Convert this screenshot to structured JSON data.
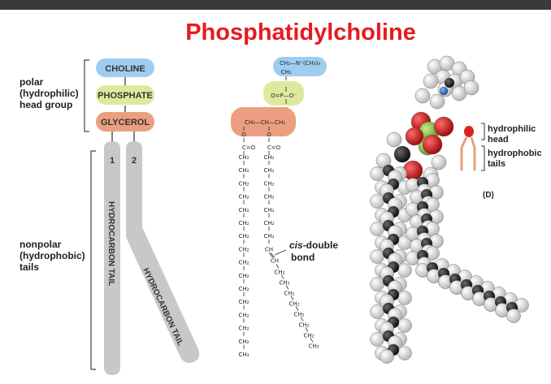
{
  "title": "Phosphatidylcholine",
  "labels": {
    "polar_head": [
      "polar",
      "(hydrophilic)",
      "head group"
    ],
    "nonpolar_tails": [
      "nonpolar",
      "(hydrophobic)",
      "tails"
    ]
  },
  "head_groups": {
    "choline": "CHOLINE",
    "phosphate": "PHOSPHATE",
    "glycerol": "GLYCEROL"
  },
  "tails": {
    "numbers": [
      "1",
      "2"
    ],
    "tail1_label": "HYDROCARBON TAIL",
    "tail2_label": "HYDROCARBON TAIL"
  },
  "formula": {
    "choline_line1": "CH₂—N⁺(CH₃)₃",
    "choline_line2": "CH₂",
    "o_top": "O",
    "phosphate": "O=P—O⁻",
    "o_bottom": "O",
    "glycerol": "CH₂—CH—CH₂",
    "ester_o": "O",
    "carbonyl": "C=O",
    "ch2": "CH₂",
    "ch3": "CH₃",
    "ch": "CH"
  },
  "annotations": {
    "cis_double_bond": [
      "cis-double",
      "bond"
    ]
  },
  "legend": {
    "head": [
      "hydrophilic",
      "head"
    ],
    "tails": [
      "hydrophobic",
      "tails"
    ],
    "panel": "(D)"
  },
  "colors": {
    "choline": "#9fcdf0",
    "phosphate": "#dfe99e",
    "glycerol": "#eb9f80",
    "tail": "#c8c8c8",
    "title": "#e8191f",
    "legend_head": "#d8261d",
    "legend_tail": "#e8a07a"
  }
}
